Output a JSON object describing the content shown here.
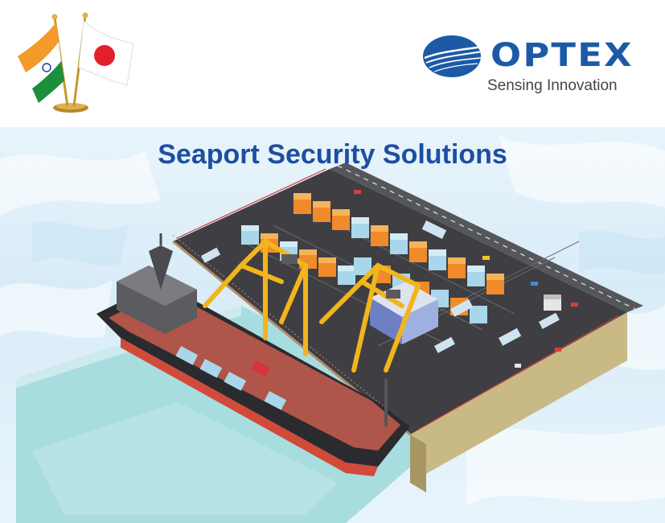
{
  "header": {
    "flags": [
      "india-flag",
      "japan-flag"
    ],
    "logo": {
      "wordmark": "OPTEX",
      "tagline": "Sensing Innovation",
      "brand_color": "#1c5aa6"
    }
  },
  "banner": {
    "title": "Seaport Security Solutions",
    "title_color": "#1d4fa0"
  },
  "illustration": {
    "subject": "isometric-seaport",
    "colors": {
      "water": "#a8dde0",
      "yard": "#3f3f43",
      "crane": "#f2b51b",
      "container_orange": "#f08a2b",
      "container_blue": "#a9d6ea"
    }
  }
}
